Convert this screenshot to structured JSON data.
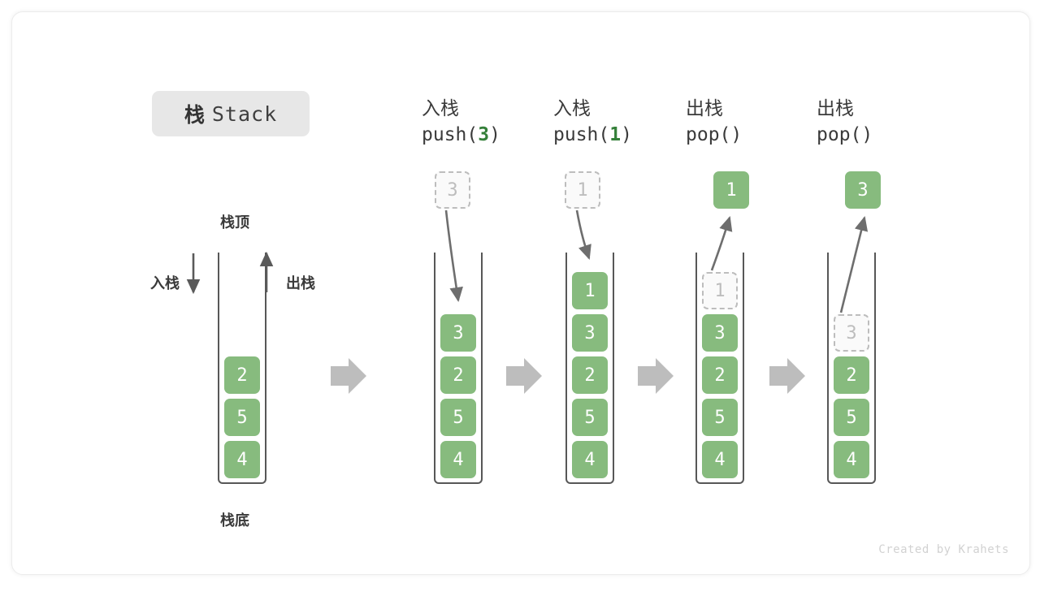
{
  "title": {
    "cjk": "栈",
    "latin": "Stack"
  },
  "left_diagram": {
    "top_label": "栈顶",
    "bottom_label": "栈底",
    "push_label": "入栈",
    "pop_label": "出栈",
    "cells": [
      "2",
      "5",
      "4"
    ]
  },
  "steps": [
    {
      "id": "push-3",
      "op_label": "入栈",
      "call_prefix": "push(",
      "call_arg": "3",
      "call_suffix": ")",
      "floating": {
        "value": "3",
        "state": "ghost"
      },
      "arrow": "down-into-stack",
      "stack_cells": [
        {
          "value": "3",
          "state": "solid"
        },
        {
          "value": "2",
          "state": "solid"
        },
        {
          "value": "5",
          "state": "solid"
        },
        {
          "value": "4",
          "state": "solid"
        }
      ]
    },
    {
      "id": "push-1",
      "op_label": "入栈",
      "call_prefix": "push(",
      "call_arg": "1",
      "call_suffix": ")",
      "floating": {
        "value": "1",
        "state": "ghost"
      },
      "arrow": "down-into-stack",
      "stack_cells": [
        {
          "value": "1",
          "state": "solid"
        },
        {
          "value": "3",
          "state": "solid"
        },
        {
          "value": "2",
          "state": "solid"
        },
        {
          "value": "5",
          "state": "solid"
        },
        {
          "value": "4",
          "state": "solid"
        }
      ]
    },
    {
      "id": "pop-1",
      "op_label": "出栈",
      "call_prefix": "pop(",
      "call_arg": "",
      "call_suffix": ")",
      "floating": {
        "value": "1",
        "state": "solid"
      },
      "arrow": "up-out-of-stack",
      "stack_cells": [
        {
          "value": "1",
          "state": "ghost"
        },
        {
          "value": "3",
          "state": "solid"
        },
        {
          "value": "2",
          "state": "solid"
        },
        {
          "value": "5",
          "state": "solid"
        },
        {
          "value": "4",
          "state": "solid"
        }
      ]
    },
    {
      "id": "pop-2",
      "op_label": "出栈",
      "call_prefix": "pop(",
      "call_arg": "",
      "call_suffix": ")",
      "floating": {
        "value": "3",
        "state": "solid"
      },
      "arrow": "up-out-of-stack",
      "stack_cells": [
        {
          "value": "",
          "state": "empty"
        },
        {
          "value": "3",
          "state": "ghost"
        },
        {
          "value": "2",
          "state": "solid"
        },
        {
          "value": "5",
          "state": "solid"
        },
        {
          "value": "4",
          "state": "solid"
        }
      ]
    }
  ],
  "watermark": "Created by Krahets",
  "colors": {
    "cell_green": "#87bb7e",
    "highlight_green": "#35803a",
    "ghost_gray": "#bdbdbd",
    "stack_border": "#575757",
    "flow_arrow": "#bdbdbd",
    "badge_bg": "#e7e7e7"
  }
}
